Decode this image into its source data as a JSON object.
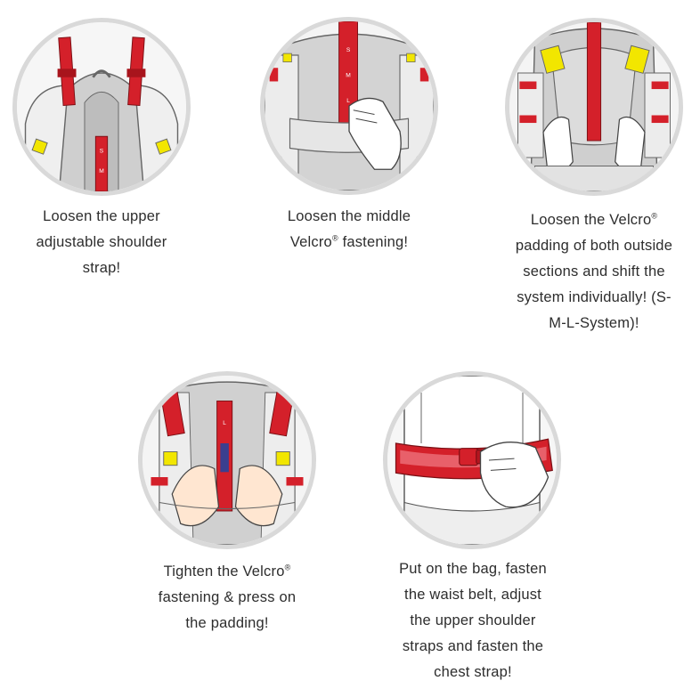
{
  "steps": [
    {
      "id": "step1",
      "caption": "Loosen the upper adjustable shoulder strap!",
      "caption_lines": [
        "Loosen the upper",
        "adjustable shoulder",
        "strap!"
      ],
      "strap_marks": [
        "S",
        "M"
      ]
    },
    {
      "id": "step2",
      "caption": "Loosen the middle Velcro® fastening!",
      "caption_lines": [
        "Loosen the middle",
        "Velcro® fastening!"
      ],
      "strap_marks": [
        "S",
        "M",
        "L"
      ]
    },
    {
      "id": "step3",
      "caption": "Loosen the Velcro® padding of both outside sections and shift the system individually! (S-M-L-System)!",
      "caption_lines": [
        "Loosen the Velcro®",
        "padding of both outside",
        "sections and shift the",
        "system individually! (S-",
        "M-L-System)!"
      ]
    },
    {
      "id": "step4",
      "caption": "Tighten the Velcro® fastening & press on the padding!",
      "caption_lines": [
        "Tighten the Velcro®",
        "fastening & press on",
        "the padding!"
      ],
      "strap_marks": [
        "L"
      ]
    },
    {
      "id": "step5",
      "caption": "Put on the bag, fasten the waist belt, adjust the upper shoulder straps and fasten the chest strap!",
      "caption_lines": [
        "Put on the bag, fasten",
        "the waist belt, adjust",
        "the upper shoulder",
        "straps and fasten the",
        "chest strap!"
      ]
    }
  ],
  "colors": {
    "strap_red": "#d4202a",
    "pad_yellow": "#f2e600",
    "circle_border": "#d9d9d9",
    "pad_grey": "#cfcfcf",
    "outline": "#555555"
  }
}
